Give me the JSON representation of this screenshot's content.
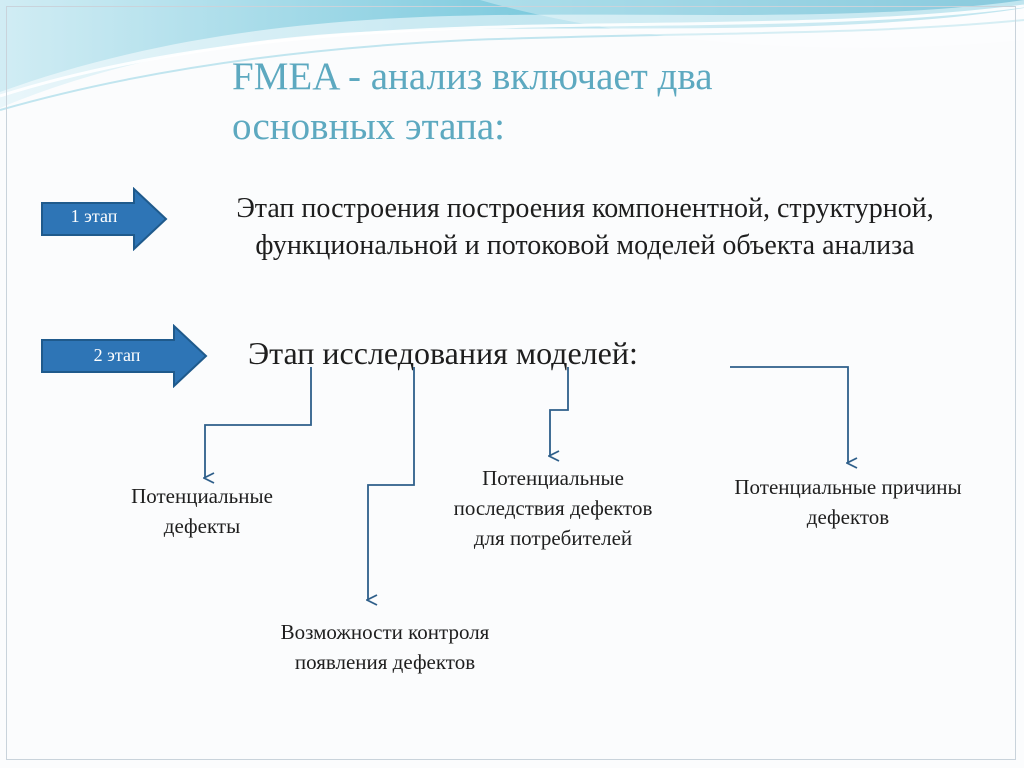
{
  "title": "FMEA - анализ включает два основных этапа:",
  "stage1": {
    "arrow_label": "1 этап",
    "text": "Этап построения построения компонентной, структурной, функциональной и потоковой моделей объекта анализа"
  },
  "stage2": {
    "arrow_label": "2 этап",
    "text": "Этап исследования моделей:"
  },
  "outcomes": [
    "Потенциальные дефекты",
    "Возможности контроля появления дефектов",
    "Потенциальные последствия дефектов для потребителей",
    "Потенциальные причины дефектов"
  ],
  "colors": {
    "title": "#5da9c0",
    "arrow_fill": "#2e75b6",
    "arrow_stroke": "#1f5a8c",
    "connector": "#2e5f8a",
    "wave_dark": "#49b3cf",
    "wave_light": "#bfe6f0"
  }
}
